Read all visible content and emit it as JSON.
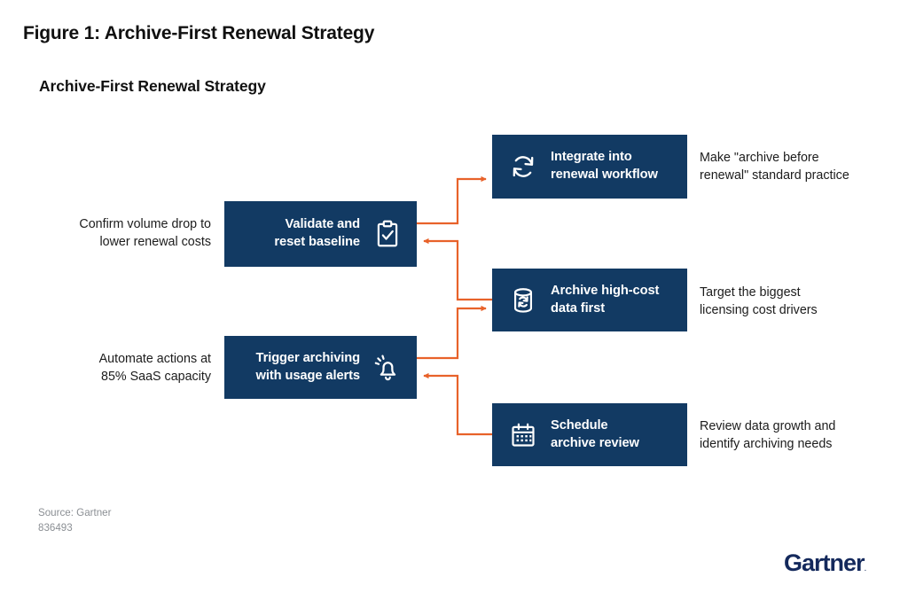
{
  "figure": {
    "title": "Figure 1: Archive-First Renewal Strategy",
    "chart_title": "Archive-First Renewal Strategy"
  },
  "colors": {
    "box_navy": "#123A63",
    "connector_orange": "#E8622A",
    "logo_navy": "#14295C",
    "source_gray": "#8b8f94",
    "background": "#ffffff"
  },
  "left_nodes": [
    {
      "id": "validate-reset-baseline",
      "label": "Validate and\nreset baseline",
      "icon": "clipboard-check-icon",
      "caption": "Confirm volume drop to\nlower renewal costs"
    },
    {
      "id": "trigger-archiving",
      "label": "Trigger archiving\nwith usage alerts",
      "icon": "bell-alert-icon",
      "caption": "Automate actions at\n85% SaaS capacity"
    }
  ],
  "right_nodes": [
    {
      "id": "integrate-renewal-workflow",
      "label": "Integrate into\nrenewal workflow",
      "icon": "sync-refresh-icon",
      "caption": "Make \"archive before\nrenewal\" standard practice"
    },
    {
      "id": "archive-high-cost-data",
      "label": "Archive high-cost\ndata first",
      "icon": "database-sync-icon",
      "caption": "Target the biggest\nlicensing cost drivers"
    },
    {
      "id": "schedule-archive-review",
      "label": "Schedule\narchive review",
      "icon": "calendar-icon",
      "caption": "Review data growth and\nidentify archiving needs"
    }
  ],
  "footer": {
    "source": "Source: Gartner",
    "doc_id": "836493",
    "logo_text": "Gartner",
    "logo_mark": "."
  }
}
